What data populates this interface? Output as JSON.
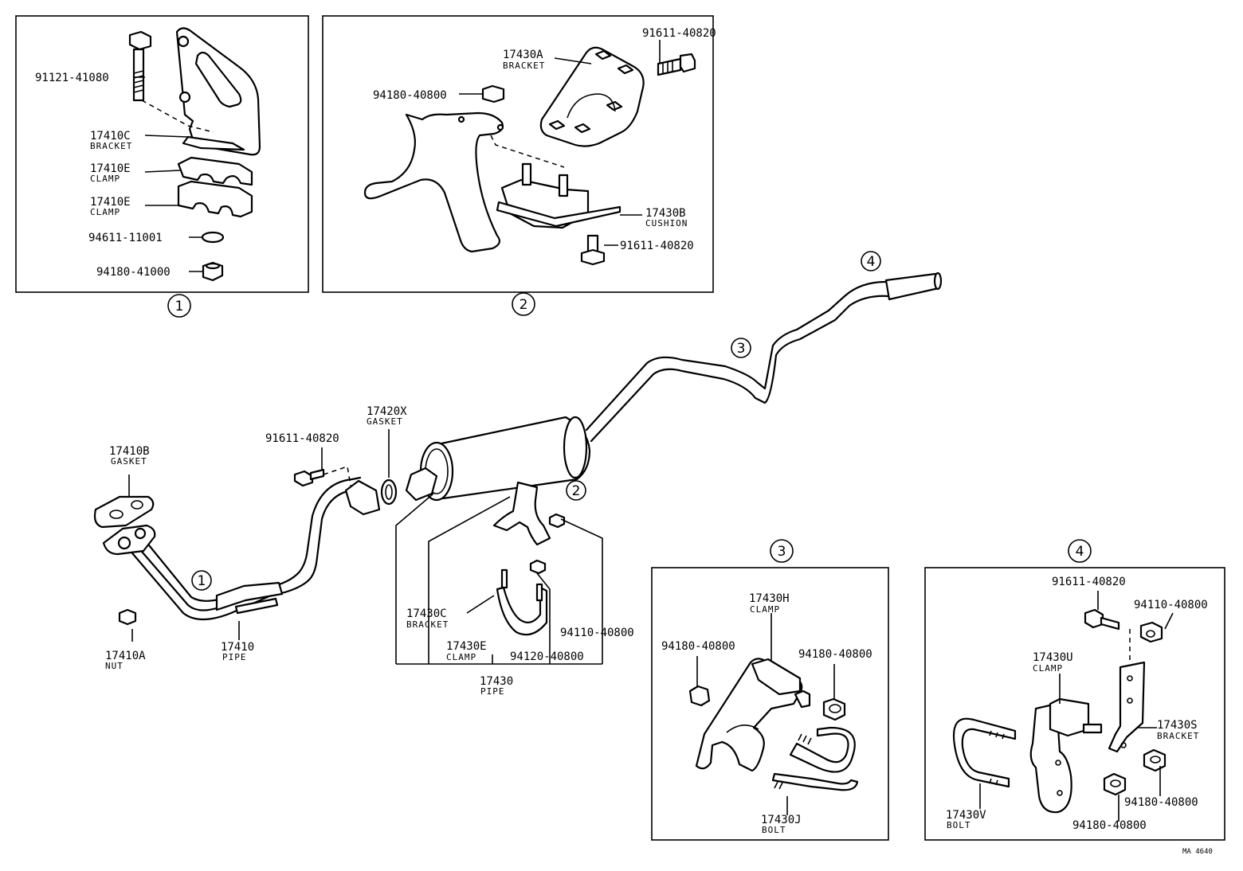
{
  "diagram_id": "MA 4640",
  "callouts": {
    "c1": "1",
    "c2": "2",
    "c3": "3",
    "c4": "4"
  },
  "panel1": {
    "bolt": "91121-41080",
    "bracket_no": "17410C",
    "bracket_name": "BRACKET",
    "clamp_a_no": "17410E",
    "clamp_a_name": "CLAMP",
    "clamp_b_no": "17410E",
    "clamp_b_name": "CLAMP",
    "washer": "94611-11001",
    "nut": "94180-41000"
  },
  "panel2": {
    "bolt_top": "91611-40820",
    "bracket_no": "17430A",
    "bracket_name": "BRACKET",
    "nut": "94180-40800",
    "cushion_no": "17430B",
    "cushion_name": "CUSHION",
    "bolt_bottom": "91611-40820"
  },
  "main": {
    "gasket_b_no": "17410B",
    "gasket_b_name": "GASKET",
    "bolt": "91611-40820",
    "gasket_x_no": "17420X",
    "gasket_x_name": "GASKET",
    "nut_a_no": "17410A",
    "nut_a_name": "NUT",
    "pipe_no": "17410",
    "pipe_name": "PIPE",
    "bracket_c_no": "17430C",
    "bracket_c_name": "BRACKET",
    "clamp_e_no": "17430E",
    "clamp_e_name": "CLAMP",
    "nut_1": "94120-40800",
    "nut_2": "94110-40800",
    "pipe2_no": "17430",
    "pipe2_name": "PIPE"
  },
  "panel3": {
    "clamp_no": "17430H",
    "clamp_name": "CLAMP",
    "nut_left": "94180-40800",
    "nut_right": "94180-40800",
    "bolt_no": "17430J",
    "bolt_name": "BOLT"
  },
  "panel4": {
    "bolt": "91611-40820",
    "nut_top": "94110-40800",
    "clamp_no": "17430U",
    "clamp_name": "CLAMP",
    "bracket_no": "17430S",
    "bracket_name": "BRACKET",
    "ubolt_no": "17430V",
    "ubolt_name": "BOLT",
    "nut_a": "94180-40800",
    "nut_b": "94180-40800"
  }
}
